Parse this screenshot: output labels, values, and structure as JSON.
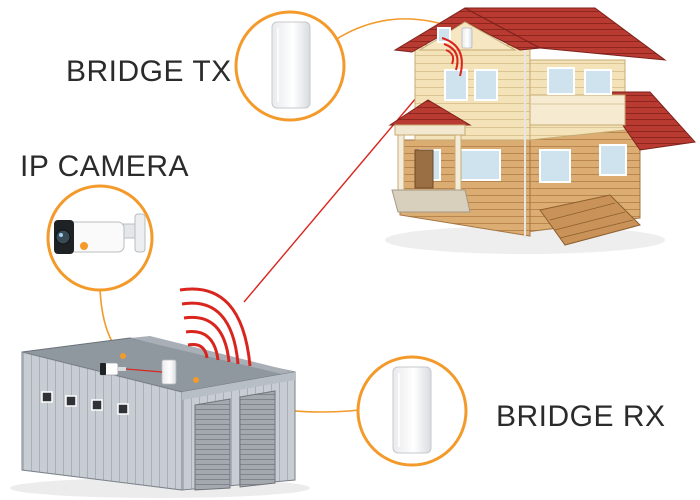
{
  "labels": {
    "bridge_tx": "BRIDGE TX",
    "ip_camera": "IP CAMERA",
    "bridge_rx": "BRIDGE RX"
  },
  "colors": {
    "callout_ring": "#f39a2b",
    "signal": "#d9251d",
    "roof": "#b5332c",
    "wall": "#f3dfb3",
    "wood": "#d8a96b",
    "warehouse_wall": "#c9ced4",
    "warehouse_roof": "#9aa2ab",
    "door": "#9ea4aa"
  },
  "icons": [
    "bridge-device-icon",
    "ip-camera-icon",
    "house-illustration",
    "warehouse-illustration",
    "wireless-signal-icon"
  ]
}
